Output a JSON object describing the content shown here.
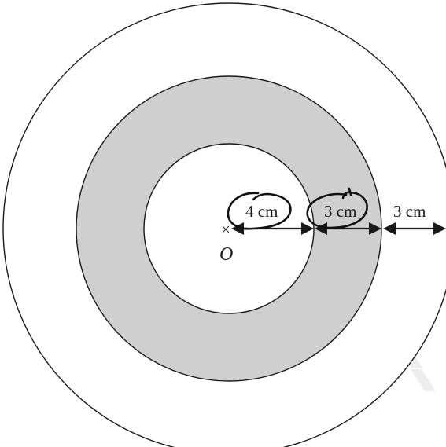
{
  "figure": {
    "centre_label": "O",
    "centre_marker": "×",
    "colors": {
      "shaded_ring": "#cfcfcf",
      "background": "#ffffff",
      "stroke": "#1a1a1a"
    },
    "dimensions": [
      {
        "label": "4 cm",
        "from": "centre",
        "to": "inner-circle",
        "value_cm": 4,
        "circled": true
      },
      {
        "label": "3 cm",
        "from": "inner-circle",
        "to": "middle-circle",
        "value_cm": 3,
        "circled": true
      },
      {
        "label": "3 cm",
        "from": "middle-circle",
        "to": "outer-circle",
        "value_cm": 3,
        "circled": false
      }
    ],
    "circles": [
      {
        "name": "outer-circle",
        "radius_cm": 10,
        "fill": "none"
      },
      {
        "name": "middle-circle",
        "radius_cm": 7,
        "fill": "shaded"
      },
      {
        "name": "inner-circle",
        "radius_cm": 4,
        "fill": "white"
      }
    ]
  }
}
